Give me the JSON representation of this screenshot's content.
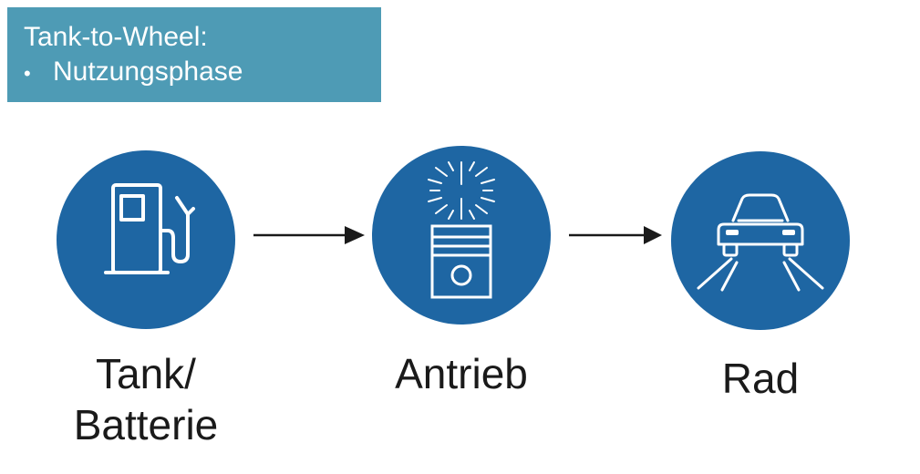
{
  "header": {
    "title": "Tank-to-Wheel:",
    "bullet": "Nutzungsphase"
  },
  "nodes": [
    {
      "icon": "fuel-pump-icon",
      "label_line1": "Tank/",
      "label_line2": "Batterie"
    },
    {
      "icon": "engine-piston-icon",
      "label": "Antrieb"
    },
    {
      "icon": "car-road-icon",
      "label": "Rad"
    }
  ],
  "colors": {
    "header_bg": "#4e9bb5",
    "circle": "#1e66a3",
    "icon": "#ffffff",
    "arrow": "#1a1a1a",
    "text": "#1a1a1a"
  }
}
